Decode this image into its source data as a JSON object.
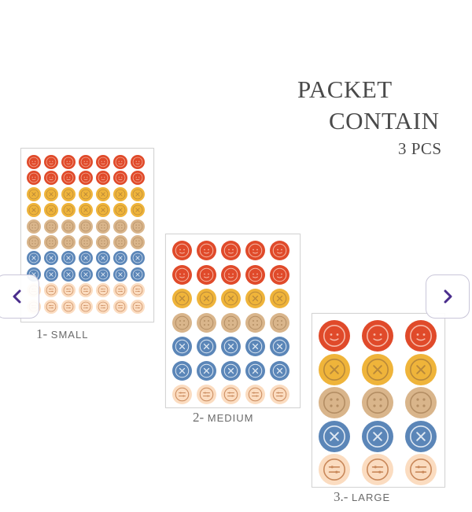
{
  "title": {
    "line1": "PACKET",
    "line2": "CONTAIN",
    "line3": "3 PCS"
  },
  "colors": {
    "red": "#e04a2a",
    "yellow": "#efb43a",
    "tan": "#d9b58b",
    "blue": "#5b86b8",
    "peach": "#fbdcc0",
    "nav_arrow": "#4a2d8c"
  },
  "sheets": [
    {
      "id": "small",
      "caption_num": "1-",
      "caption_label": "SMALL",
      "columns": 7,
      "rows": [
        "red-smile",
        "red-smile",
        "yellow-x",
        "yellow-x",
        "tan-dots",
        "tan-dots",
        "blue-x",
        "blue-x",
        "peach-line",
        "peach-line"
      ]
    },
    {
      "id": "medium",
      "caption_num": "2-",
      "caption_label": "MEDIUM",
      "columns": 5,
      "rows": [
        "red-smile",
        "red-smile",
        "yellow-x",
        "tan-dots",
        "blue-x",
        "blue-x",
        "peach-line"
      ]
    },
    {
      "id": "large",
      "caption_num": "3.-",
      "caption_label": "LARGE",
      "columns": 3,
      "rows": [
        "red-smile",
        "yellow-x",
        "tan-dots",
        "blue-x",
        "peach-line"
      ]
    }
  ],
  "navigation": {
    "prev_icon": "chevron-left-icon",
    "next_icon": "chevron-right-icon"
  }
}
